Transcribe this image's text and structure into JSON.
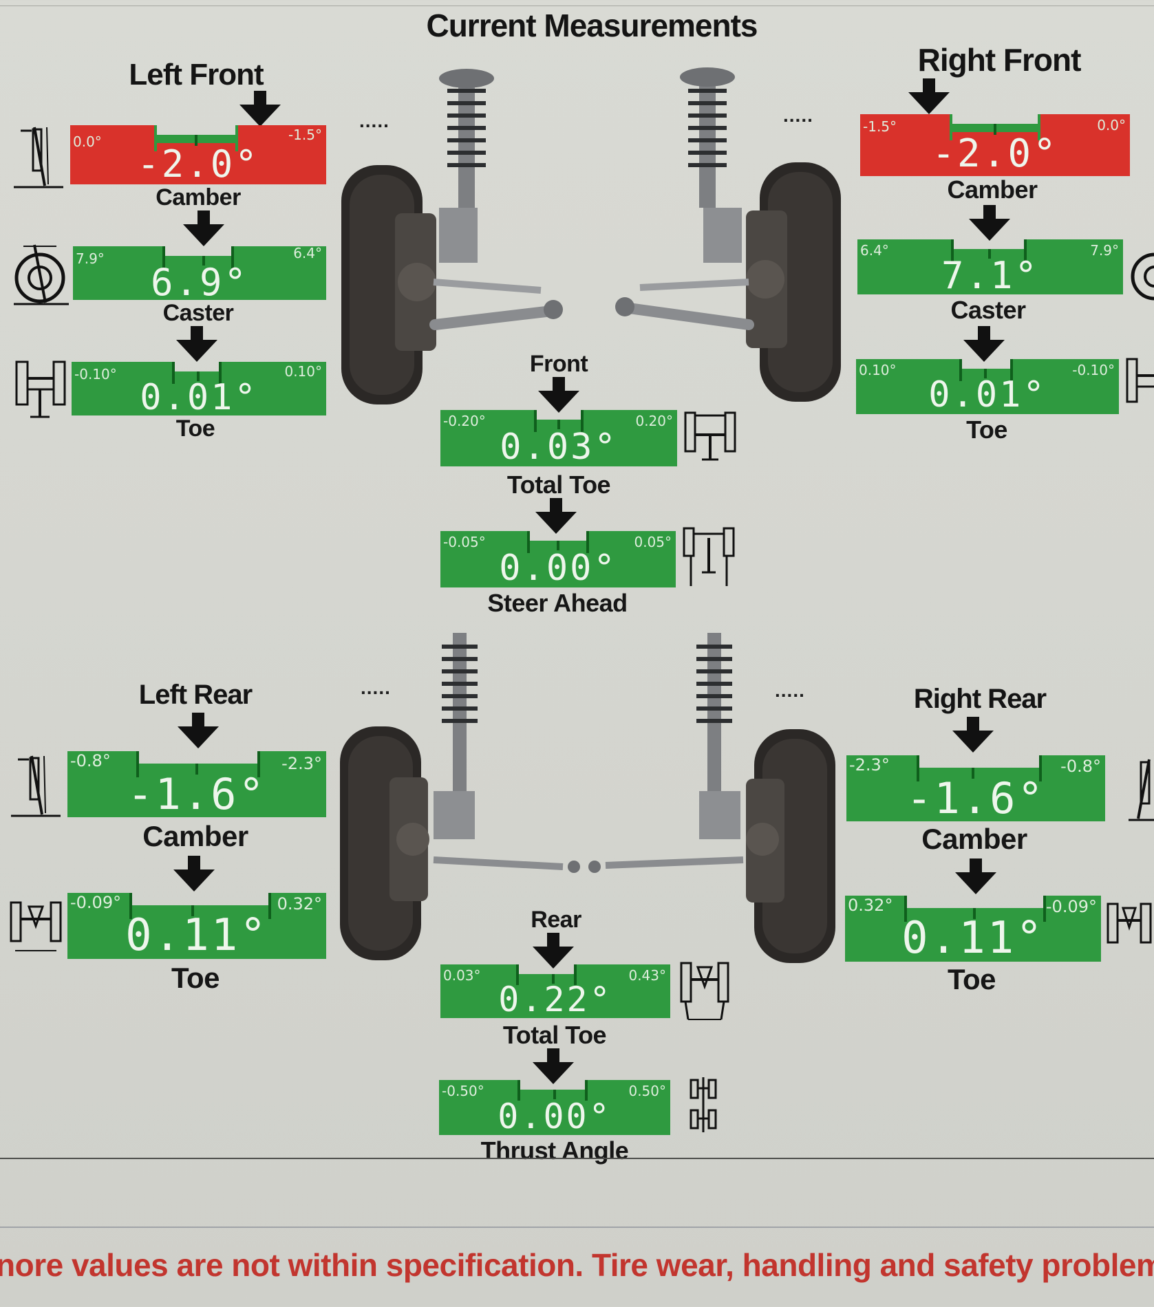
{
  "title": "Current Measurements",
  "left_front": {
    "title": "Left Front",
    "camber": {
      "label": "Camber",
      "value": "-2.0°",
      "min": "0.0°",
      "max": "-1.5°",
      "status": "out_of_spec"
    },
    "caster": {
      "label": "Caster",
      "value": "6.9°",
      "min": "7.9°",
      "max": "6.4°",
      "status": "in_spec"
    },
    "toe": {
      "label": "Toe",
      "value": "0.01°",
      "min": "-0.10°",
      "max": "0.10°",
      "status": "in_spec"
    }
  },
  "right_front": {
    "title": "Right Front",
    "camber": {
      "label": "Camber",
      "value": "-2.0°",
      "min": "-1.5°",
      "max": "0.0°",
      "status": "out_of_spec"
    },
    "caster": {
      "label": "Caster",
      "value": "7.1°",
      "min": "6.4°",
      "max": "7.9°",
      "status": "in_spec"
    },
    "toe": {
      "label": "Toe",
      "value": "0.01°",
      "min": "0.10°",
      "max": "-0.10°",
      "status": "in_spec"
    }
  },
  "front": {
    "title": "Front",
    "total_toe": {
      "label": "Total Toe",
      "value": "0.03°",
      "min": "-0.20°",
      "max": "0.20°",
      "status": "in_spec"
    },
    "steer_ahead": {
      "label": "Steer Ahead",
      "value": "0.00°",
      "min": "-0.05°",
      "max": "0.05°",
      "status": "in_spec"
    }
  },
  "left_rear": {
    "title": "Left Rear",
    "camber": {
      "label": "Camber",
      "value": "-1.6°",
      "min": "-0.8°",
      "max": "-2.3°",
      "status": "in_spec"
    },
    "toe": {
      "label": "Toe",
      "value": "0.11°",
      "min": "-0.09°",
      "max": "0.32°",
      "status": "in_spec"
    }
  },
  "right_rear": {
    "title": "Right Rear",
    "camber": {
      "label": "Camber",
      "value": "-1.6°",
      "min": "-2.3°",
      "max": "-0.8°",
      "status": "in_spec"
    },
    "toe": {
      "label": "Toe",
      "value": "0.11°",
      "min": "0.32°",
      "max": "-0.09°",
      "status": "in_spec"
    }
  },
  "rear": {
    "title": "Rear",
    "total_toe": {
      "label": "Total Toe",
      "value": "0.22°",
      "min": "0.03°",
      "max": "0.43°",
      "status": "in_spec"
    },
    "thrust_angle": {
      "label": "Thrust Angle",
      "value": "0.00°",
      "min": "-0.50°",
      "max": "0.50°",
      "status": "in_spec"
    }
  },
  "connector_dots": ".....",
  "warning": "nore values are not within specification.  Tire wear, handling and safety problem",
  "colors": {
    "in_spec": "#2f9a40",
    "out_of_spec": "#d9322b",
    "warning_text": "#c2352e"
  }
}
